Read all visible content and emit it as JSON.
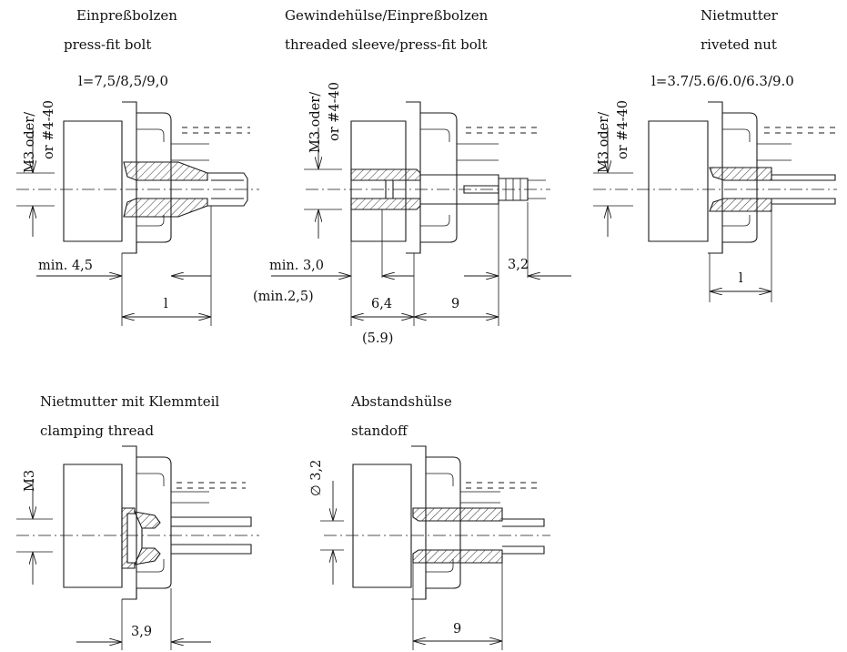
{
  "variants": [
    {
      "title_de": "Einpreßbolzen",
      "title_en": "press-fit bolt",
      "length_note": "l=7,5/8,5/9,0",
      "thread_de": "M3 oder/",
      "thread_en": "or #4-40",
      "dim_min": "min. 4,5",
      "dim_length": "l"
    },
    {
      "title_de": "Gewindehülse/Einpreßbolzen",
      "title_en": "threaded sleeve/press-fit bolt",
      "thread_de": "M3 oder/",
      "thread_en": "or #4-40",
      "dim_min": "min. 3,0",
      "dim_min_alt": "(min.2,5)",
      "dim_sleeve": "6,4",
      "dim_sleeve_alt": "(5.9)",
      "dim_pin": "9",
      "dim_tip": "3,2"
    },
    {
      "title_de": "Nietmutter",
      "title_en": "riveted nut",
      "length_note": "l=3.7/5.6/6.0/6.3/9.0",
      "thread_de": "M3 oder/",
      "thread_en": "or #4-40",
      "dim_length": "l"
    },
    {
      "title_de": "Nietmutter mit Klemmteil",
      "title_en": "clamping thread",
      "thread": "M3",
      "dim_width": "3,9"
    },
    {
      "title_de": "Abstandshülse",
      "title_en": "standoff",
      "diameter": "∅ 3,2",
      "dim_length": "9"
    }
  ]
}
